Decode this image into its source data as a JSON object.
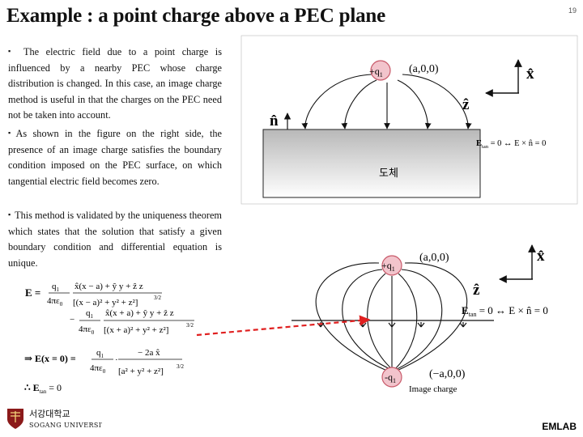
{
  "slide": {
    "title": "Example : a point charge above a PEC plane",
    "page_number": "19",
    "footer_brand": "EMLAB",
    "university_logo": {
      "korean": "서강대학교",
      "english": "SOGANG UNIVERSITY"
    }
  },
  "text": {
    "bullet": "▪",
    "p1": "The electric field due to a point charge is influenced by a nearby PEC whose charge distribution is changed. In this case, an image charge method is useful in that the charges on the PEC need not be taken into account.",
    "p2": "As shown in the figure on the right side, the presence of an image charge satisfies the boundary condition imposed on the PEC surface, on which tangential electric field becomes zero.",
    "p3": "This method is validated by the uniqueness theorem which states that the solution that satisfy a given boundary condition and differential equation is unique."
  },
  "equations": {
    "E_lhs": "E =",
    "q1": "q",
    "sub1": "1",
    "four_pi_eps": "4πε",
    "sub0": "0",
    "num1": "x̂(x − a) + ŷ y + ẑ z",
    "den1": "[(x − a)² + y² + z²]",
    "pow": "3/2",
    "minus": "−",
    "num2": "x̂(x + a) + ŷ y + ẑ z",
    "den2": "[(x + a)² + y² + z²]",
    "implies": "⇒ E(x = 0) =",
    "num3": "− 2a x̂",
    "den3": "[a² + y² + z²]",
    "therefore": "∴ E",
    "tan_sub": "tan",
    "eq_zero": "= 0"
  },
  "top_figure": {
    "charge_label": "+q",
    "charge_sub": "1",
    "position": "(a,0,0)",
    "normal_label": "n̂",
    "x_hat": "x̂",
    "z_hat": "ẑ",
    "conductor_label": "도체",
    "bc_lhs": "E",
    "bc_sub": "tan",
    "bc_rest": "= 0 ↔ E × n̂ = 0"
  },
  "bottom_figure": {
    "charge_label": "+q",
    "charge_sub": "1",
    "position": "(a,0,0)",
    "image_label": "-q",
    "image_sub": "1",
    "image_position": "(−a,0,0)",
    "image_caption": "Image charge",
    "x_hat": "x̂",
    "z_hat": "ẑ",
    "bc_lhs": "E",
    "bc_sub": "tan",
    "bc_rest": "= 0 ↔ E × n̂ = 0"
  },
  "colors": {
    "charge_fill": "#f2c4cc",
    "charge_stroke": "#c85a6a",
    "conductor_top": "#b8b8b8",
    "conductor_bottom": "#ffffff",
    "arrow_red": "#e02020"
  }
}
